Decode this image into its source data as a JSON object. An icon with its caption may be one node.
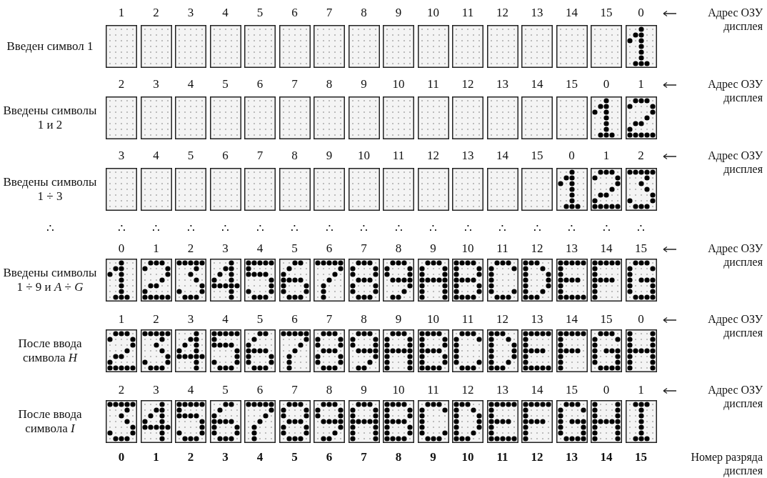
{
  "diagram": {
    "labels": [
      "Введен символ 1",
      "1",
      "2",
      "3",
      "4",
      "5",
      "6",
      "7",
      "8",
      "9",
      "10",
      "11",
      "12",
      "13",
      "14",
      "15",
      "0",
      "Адрес ОЗУ дисплея",
      "Введены символы 1 и 2",
      "2",
      "3",
      "4",
      "5",
      "6",
      "7",
      "8",
      "9",
      "10",
      "11",
      "12",
      "13",
      "14",
      "15",
      "0",
      "1",
      "Адрес ОЗУ дисплея",
      "Введены символы 1 ÷ 3",
      "3",
      "4",
      "5",
      "6",
      "7",
      "8",
      "9",
      "10",
      "11",
      "12",
      "13",
      "14",
      "15",
      "0",
      "1",
      "2",
      "Адрес ОЗУ дисплея",
      "∴",
      "∴",
      "∴",
      "∴",
      "∴",
      "∴",
      "∴",
      "∴",
      "∴",
      "∴",
      "∴",
      "∴",
      "∴",
      "∴",
      "∴",
      "∴",
      "∴",
      "Введены символы 1 ÷ 9 и *A* ÷ *G*",
      "0",
      "1",
      "2",
      "3",
      "4",
      "5",
      "6",
      "7",
      "8",
      "9",
      "10",
      "11",
      "12",
      "13",
      "14",
      "15",
      "Адрес ОЗУ дисплея",
      "После ввода символа *H*",
      "1",
      "2",
      "3",
      "4",
      "5",
      "6",
      "7",
      "8",
      "9",
      "10",
      "11",
      "12",
      "13",
      "14",
      "15",
      "0",
      "Адрес ОЗУ дисплея",
      "После ввода символа *I*",
      "2",
      "3",
      "4",
      "5",
      "6",
      "7",
      "8",
      "9",
      "10",
      "11",
      "12",
      "13",
      "14",
      "15",
      "0",
      "1",
      "Адрес ОЗУ дисплея",
      "0",
      "1",
      "2",
      "3",
      "4",
      "5",
      "6",
      "7",
      "8",
      "9",
      "10",
      "11",
      "12",
      "13",
      "14",
      "15",
      "Номер разряда дисплея"
    ]
  }
}
